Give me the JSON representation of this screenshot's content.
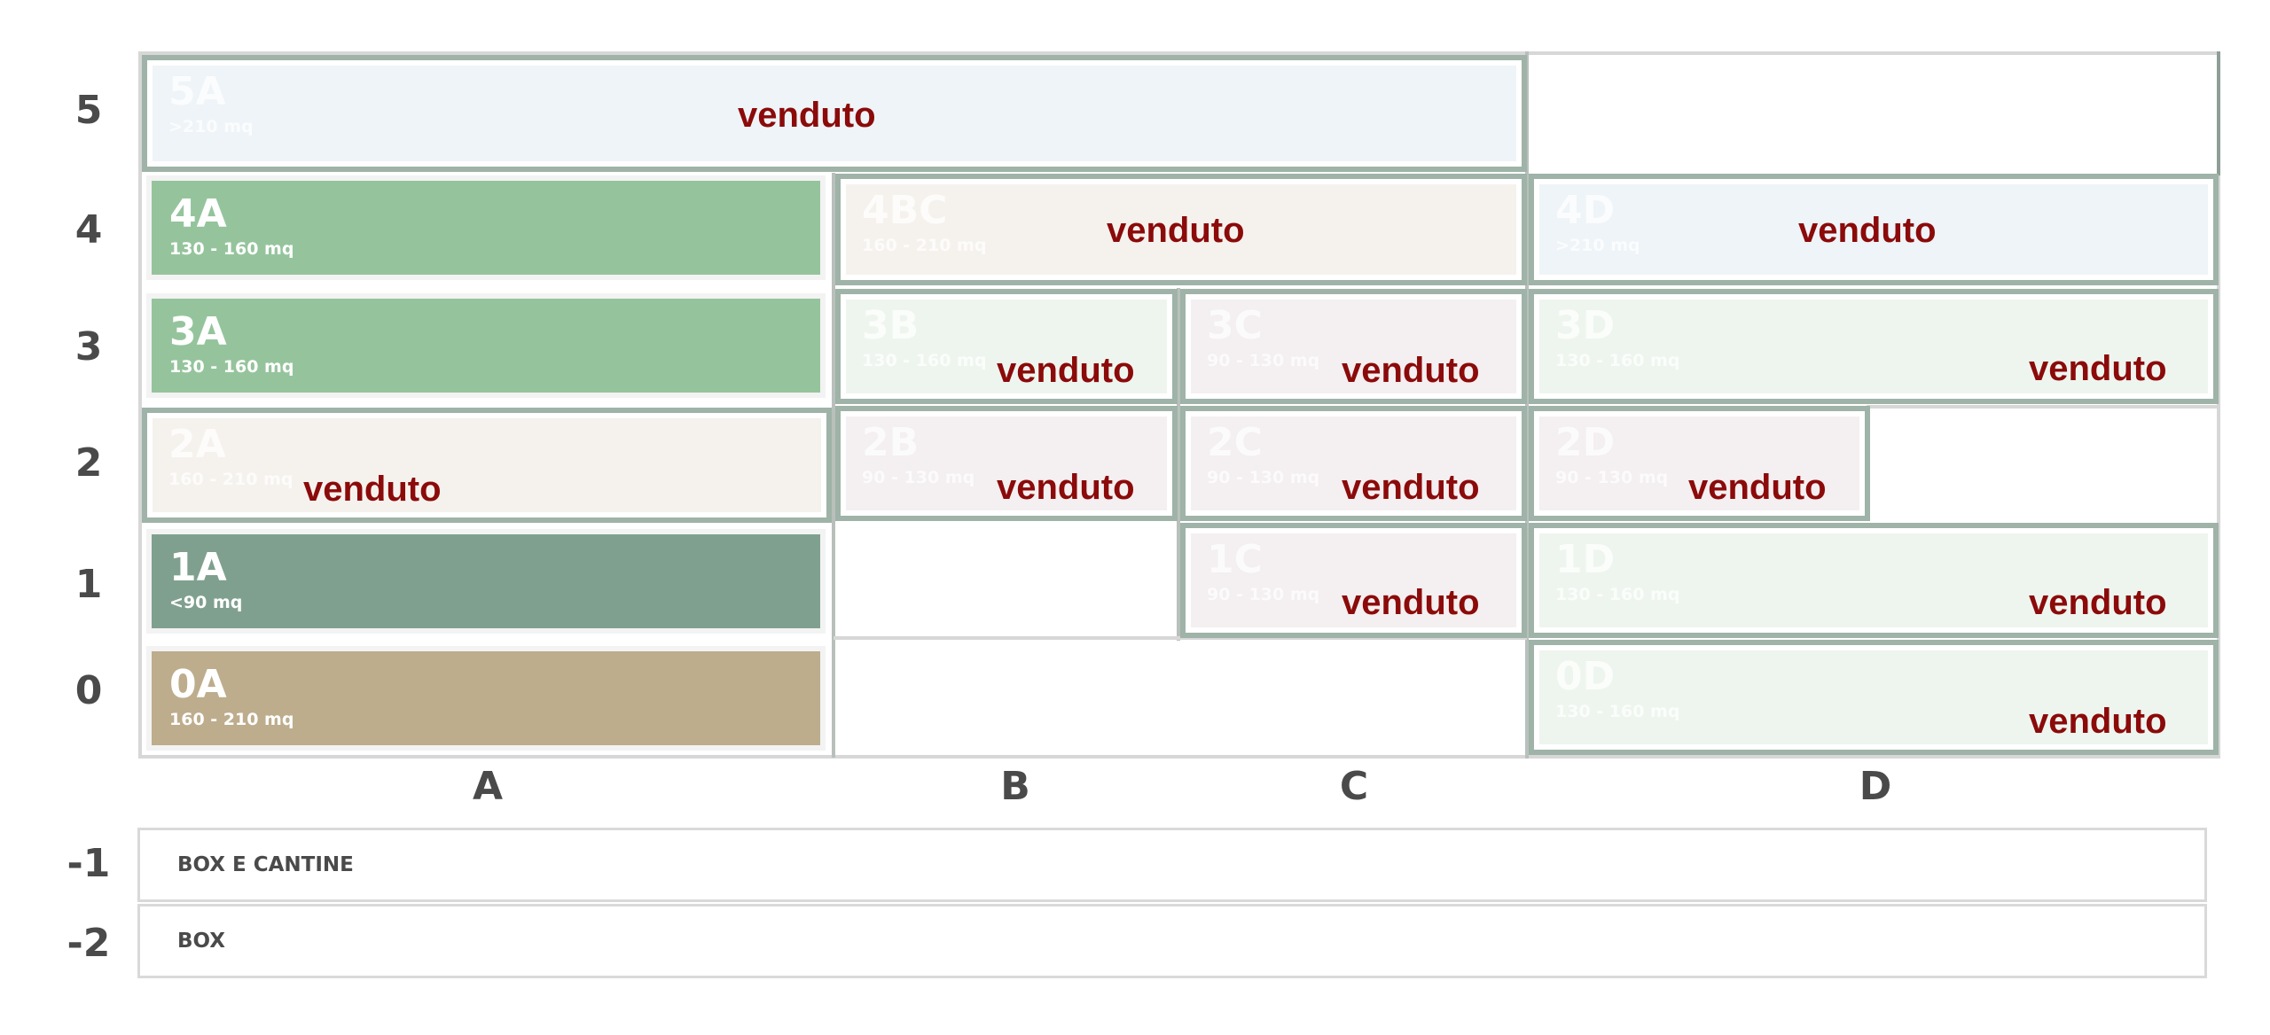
{
  "floors": {
    "f5": "5",
    "f4": "4",
    "f3": "3",
    "f2": "2",
    "f1": "1",
    "f0": "0",
    "fm1": "-1",
    "fm2": "-2"
  },
  "columns": {
    "a": "A",
    "b": "B",
    "c": "C",
    "d": "D"
  },
  "sold_label": "venduto",
  "colors": {
    "sold_text": "#8b0a0a",
    "available_green": "#95c49c",
    "available_dark_green": "#80a08f",
    "available_tan": "#bdad8d",
    "sold_blue": "#eef4f7",
    "sold_cream": "#f5f2ee",
    "sold_mint": "#eef5ef",
    "sold_pink": "#f4eff0"
  },
  "units": {
    "u5A": {
      "code": "5A",
      "size": ">210 mq"
    },
    "u4A": {
      "code": "4A",
      "size": "130 - 160 mq"
    },
    "u4BC": {
      "code": "4BC",
      "size": "160 - 210 mq"
    },
    "u4D": {
      "code": "4D",
      "size": ">210 mq"
    },
    "u3A": {
      "code": "3A",
      "size": "130 - 160 mq"
    },
    "u3B": {
      "code": "3B",
      "size": "130 - 160 mq"
    },
    "u3C": {
      "code": "3C",
      "size": "90 - 130 mq"
    },
    "u3D": {
      "code": "3D",
      "size": "130 - 160 mq"
    },
    "u2A": {
      "code": "2A",
      "size": "160 - 210 mq"
    },
    "u2B": {
      "code": "2B",
      "size": "90 - 130 mq"
    },
    "u2C": {
      "code": "2C",
      "size": "90 - 130 mq"
    },
    "u2D": {
      "code": "2D",
      "size": "90 - 130 mq"
    },
    "u1A": {
      "code": "1A",
      "size": "<90 mq"
    },
    "u1C": {
      "code": "1C",
      "size": "90 - 130 mq"
    },
    "u1D": {
      "code": "1D",
      "size": "130 - 160 mq"
    },
    "u0A": {
      "code": "0A",
      "size": "160 - 210 mq"
    },
    "u0D": {
      "code": "0D",
      "size": "130 - 160 mq"
    }
  },
  "basement": {
    "row_m1": "BOX E CANTINE",
    "row_m2": "BOX"
  }
}
